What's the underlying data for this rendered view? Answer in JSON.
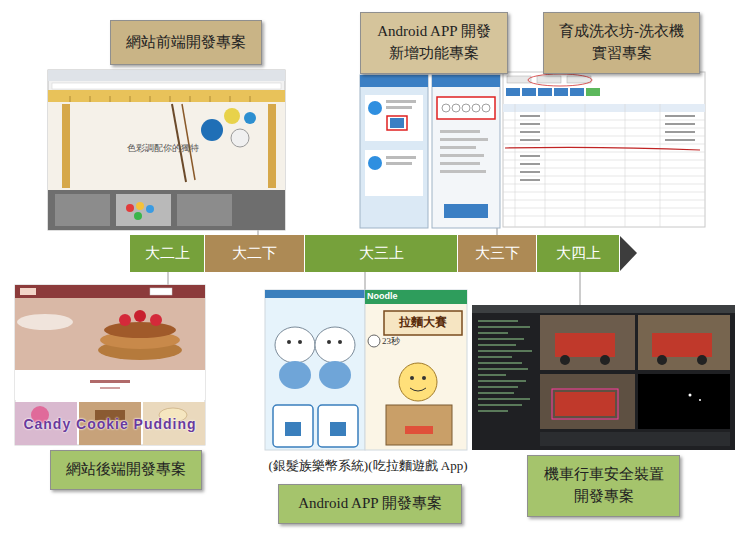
{
  "diagram": {
    "nodes": [
      {
        "text": [
          "網站前端開發專案"
        ]
      },
      {
        "text": [
          "Android APP 開發 新增功能專案"
        ]
      },
      {
        "text": [
          "育成洗衣坊-洗衣機 實習專案"
        ]
      },
      {
        "text": [
          "大二上"
        ]
      },
      {
        "text": [
          "大二下"
        ]
      },
      {
        "text": [
          "大三上"
        ]
      },
      {
        "text": [
          "大三下"
        ]
      },
      {
        "text": [
          "大四上"
        ]
      },
      {
        "text": [
          "網站後端開發專案"
        ]
      },
      {
        "text": [
          "Android APP 開發專案"
        ]
      },
      {
        "text": [
          "機車行車安全裝置 開發專案"
        ]
      }
    ],
    "labels": [
      "(銀髮族樂幣系統)(吃拉麵遊戲 App)",
      "色彩調配你的獨特",
      "Candy Cookie Pudding",
      "Noodle",
      "拉麵大賽",
      "23秒"
    ]
  }
}
